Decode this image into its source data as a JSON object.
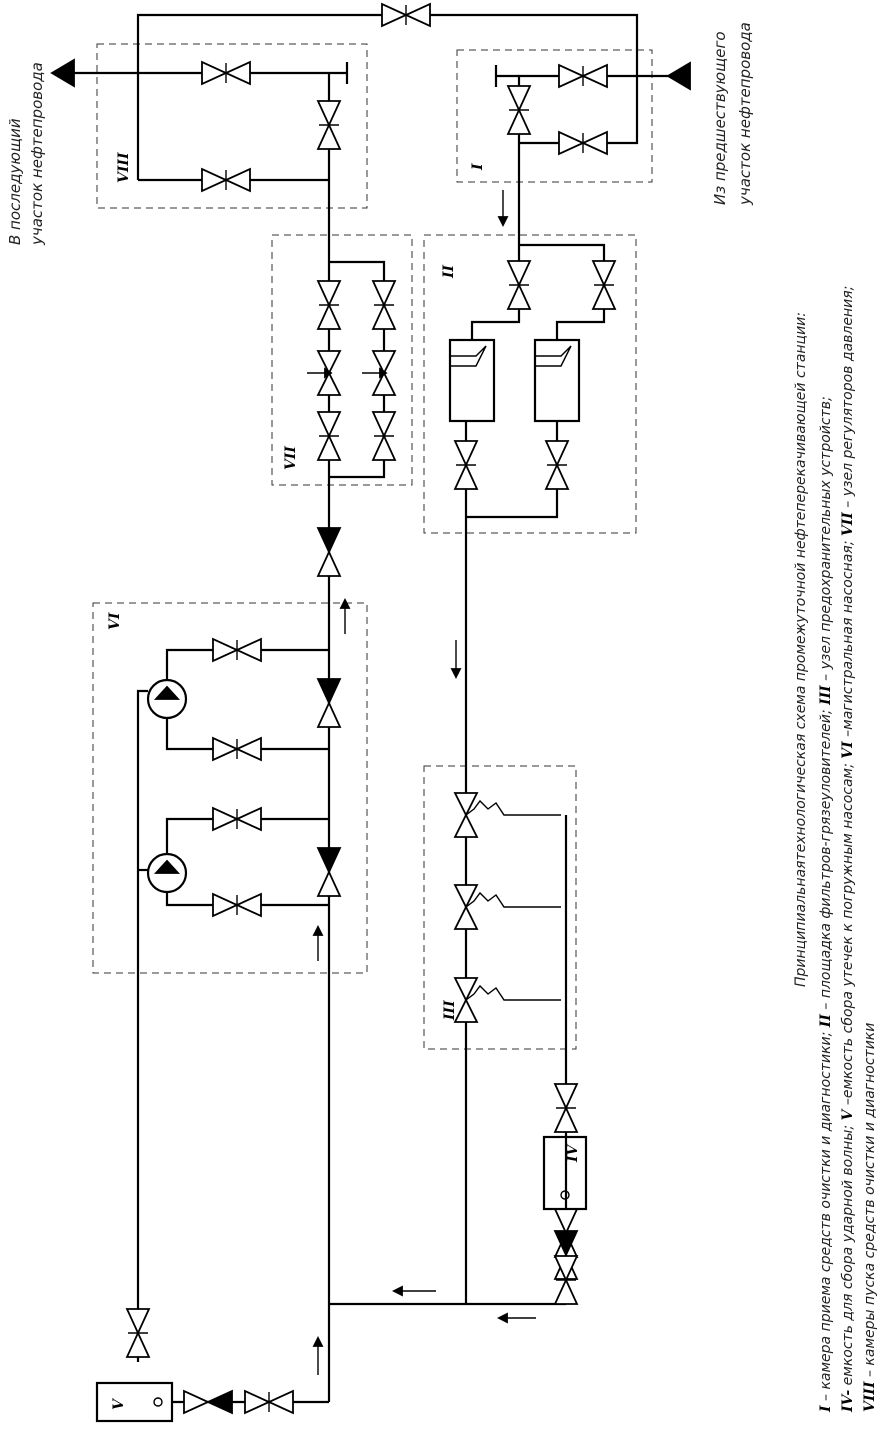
{
  "labels": {
    "outlet_1": "В последующий",
    "outlet_2": "участок нефтепровода",
    "inlet_1": "Из предшествующего",
    "inlet_2": "участок нефтепровода"
  },
  "units": {
    "I": "I",
    "II": "II",
    "III": "III",
    "IV": "IV",
    "V": "V",
    "VI": "VI",
    "VII": "VII",
    "VIII": "VIII"
  },
  "caption": {
    "title": "Принципиальнаятехнологическая схема промежуточной нефтеперекачивающей станции:",
    "line1_a": "I",
    "line1_b": " – камера приема средств очистки и диагностики; ",
    "line1_c": "II",
    "line1_d": " – площадка фильтров-грязеуловителей; ",
    "line1_e": "III",
    "line1_f": " – узел предохранительных устройств;",
    "line2_a": "IV-",
    "line2_b": " емкость для сбора ударной волны; ",
    "line2_c": "V",
    "line2_d": " –емкость сбора утечек к погружным насосам; ",
    "line2_e": "VI",
    "line2_f": " –магистральная насосная; ",
    "line2_g": "VII",
    "line2_h": " – узел регуляторов давления;",
    "line3_a": "VIII",
    "line3_b": " – камеры пуска средств очистки и диагностики"
  }
}
